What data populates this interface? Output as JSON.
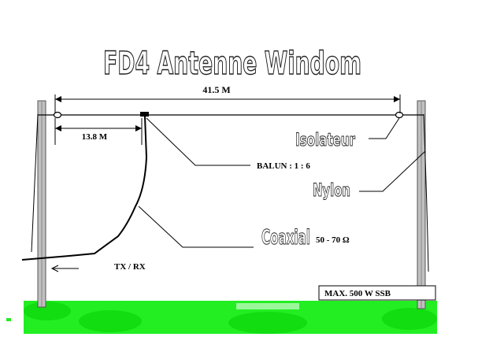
{
  "title": "FD4 Antenne Windom",
  "dimensions": {
    "total_length": "41.5 M",
    "feed_offset": "13.8 M"
  },
  "labels": {
    "balun": "BALUN : 1 : 6",
    "isolateur": "Isolateur",
    "nylon": "Nylon",
    "coaxial": "Coaxial",
    "impedance": "50 - 70 Ω",
    "txrx": "TX / RX",
    "max_power": "MAX. 500 W  SSB"
  },
  "colors": {
    "grass": "#22ee22",
    "grass_dark": "#11cc11",
    "pole_fill": "#c0c0c0",
    "pole_edge": "#555555",
    "wire": "#000000"
  }
}
